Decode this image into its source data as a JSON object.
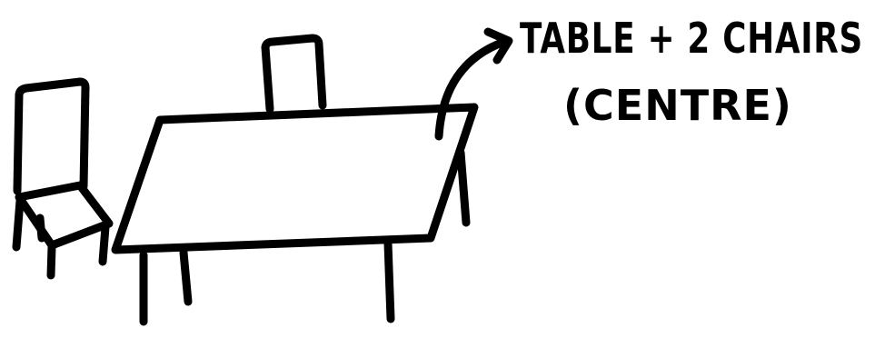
{
  "annotation": {
    "line1": "TABLE + 2 CHAIRS",
    "line2": "(CENTRE)"
  },
  "colors": {
    "ink": "#000000",
    "background": "#ffffff"
  },
  "objects": [
    "table",
    "chair-left",
    "chair-back"
  ]
}
